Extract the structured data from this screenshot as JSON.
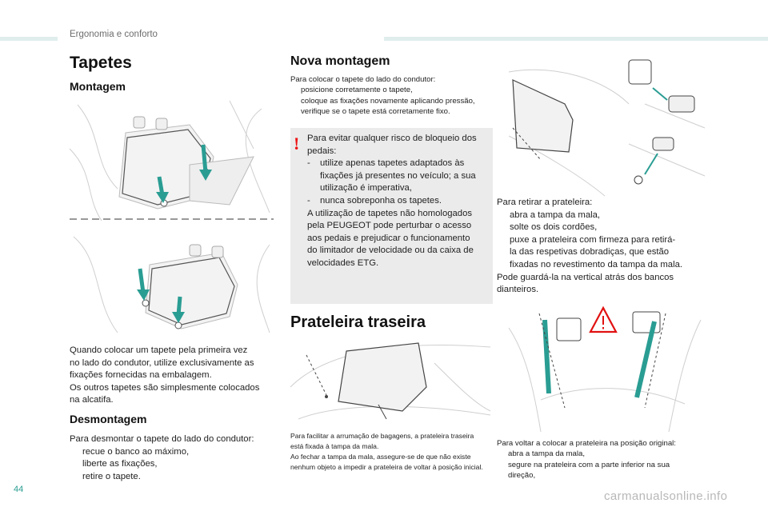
{
  "header": {
    "section": "Ergonomia e conforto"
  },
  "col1": {
    "title": "Tapetes",
    "montagem": "Montagem",
    "intro_lines": [
      "Quando colocar um tapete pela primeira vez",
      "no lado do condutor, utilize exclusivamente as",
      "fixações fornecidas na embalagem.",
      "Os outros tapetes são simplesmente colocados",
      "na alcatifa."
    ],
    "desmontagem": "Desmontagem",
    "desm_intro": "Para desmontar o tapete do lado do condutor:",
    "desm_items": [
      "recue o banco ao máximo,",
      "liberte as fixações,",
      "retire o tapete."
    ]
  },
  "col2": {
    "nova": "Nova montagem",
    "nova_intro": "Para colocar o tapete do lado do condutor:",
    "nova_items": [
      "posicione corretamente o tapete,",
      "coloque as fixações novamente aplicando pressão,",
      "verifique se o tapete está corretamente fixo."
    ],
    "warning": {
      "bang": "!",
      "line1": "Para evitar qualquer risco de bloqueio dos",
      "line2": "pedais:",
      "d1": [
        "utilize apenas tapetes adaptados às",
        "fixações já presentes no veículo; a sua",
        "utilização é imperativa,"
      ],
      "d2": [
        "nunca sobreponha os tapetes."
      ],
      "rest": [
        "A utilização de tapetes não homologados",
        "pela PEUGEOT pode perturbar o acesso",
        "aos pedais e prejudicar o funcionamento",
        "do limitador de velocidade ou da caixa de",
        "velocidades ETG."
      ]
    },
    "prateleira": "Prateleira traseira",
    "caption": [
      "Para facilitar a arrumação de bagagens, a prateleira traseira",
      "está fixada à tampa da mala.",
      "Ao fechar a tampa da mala, assegure-se de que não existe",
      "nenhum objeto a impedir a prateleira de voltar à posição inicial."
    ]
  },
  "col3": {
    "retirar_intro": "Para retirar a prateleira:",
    "retirar_items": [
      [
        "abra a tampa da mala,"
      ],
      [
        "solte os dois cordões,"
      ],
      [
        "puxe a prateleira com firmeza para retirá-",
        "la das respetivas dobradiças, que estão",
        "fixadas no revestimento da tampa da mala."
      ]
    ],
    "retirar_after": [
      "Pode guardá-la na vertical atrás dos bancos",
      "dianteiros."
    ],
    "voltar_intro": "Para voltar a colocar a prateleira na posição original:",
    "voltar_items": [
      [
        "abra a tampa da mala,"
      ],
      [
        "segure na prateleira com a parte inferior na sua",
        "direção,"
      ]
    ]
  },
  "bullet": "",
  "dash": "-",
  "page_number": "44",
  "watermark": "carmanualsonline.info",
  "colors": {
    "accent": "#2a9d93",
    "warn": "#e11111",
    "warn_bg": "#ebebeb",
    "header_bar": "#dfeeed"
  }
}
